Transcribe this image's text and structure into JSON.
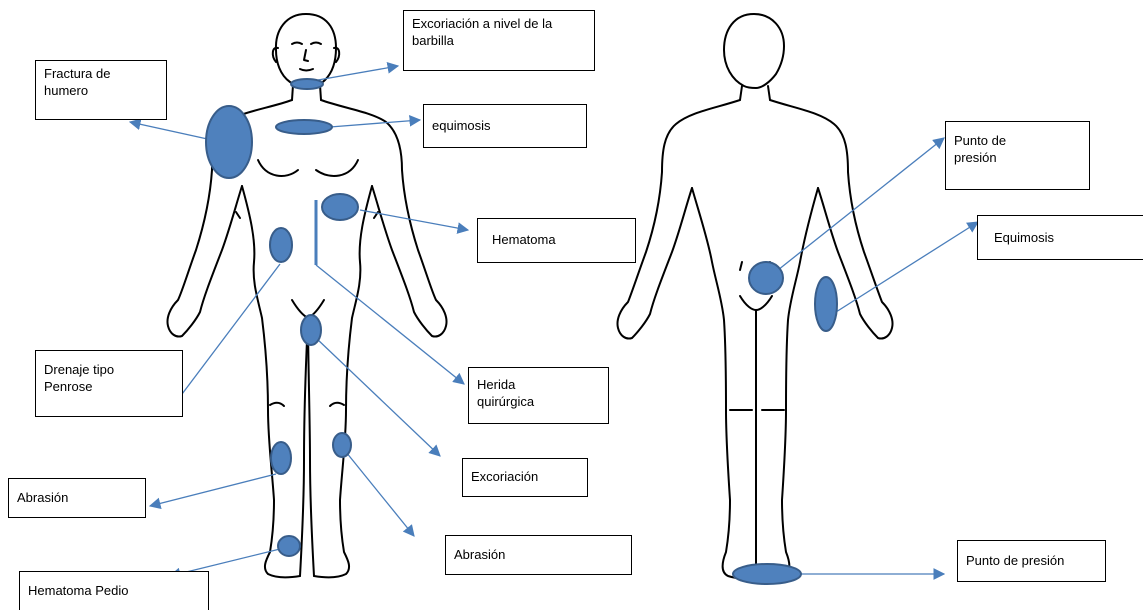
{
  "labels": {
    "chin": "Excoriación a nivel de la barbilla",
    "humerus": "Fractura de humero",
    "chest": "equimosis",
    "abdomen": "Hematoma",
    "drain": "Drenaje tipo Penrose",
    "surgical": "Herida quirúrgica",
    "thigh": "Excoriación",
    "knee": "Abrasión",
    "shin": "Abrasión",
    "foot": "Hematoma Pedio",
    "back_pressure": "Punto de presión",
    "back_bruise": "Equimosis",
    "heel_pressure": "Punto de presión"
  },
  "colors": {
    "marker_fill": "#4f81bd",
    "marker_stroke": "#385d8a",
    "arrow": "#4a7ebb",
    "outline": "#000000"
  }
}
